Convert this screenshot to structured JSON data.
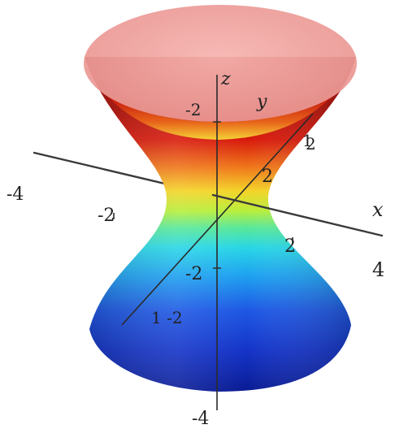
{
  "axes": {
    "x": {
      "label": "x",
      "ticks": [
        "-4",
        "-2",
        "2",
        "4"
      ]
    },
    "y": {
      "label": "y",
      "ticks": [
        "-2",
        "2"
      ]
    },
    "z": {
      "label": "z",
      "ticks": [
        "2",
        "-2",
        "-4"
      ]
    }
  },
  "misc_labels": [
    "1",
    "1 -2"
  ],
  "colors": {
    "top_cap": "#f2a0a0",
    "red": "#d0180e",
    "orange": "#f08a1c",
    "yellow": "#f4e22c",
    "cyan": "#28d8e8",
    "blue": "#1e50e0",
    "dark_blue": "#0a1ea0"
  }
}
